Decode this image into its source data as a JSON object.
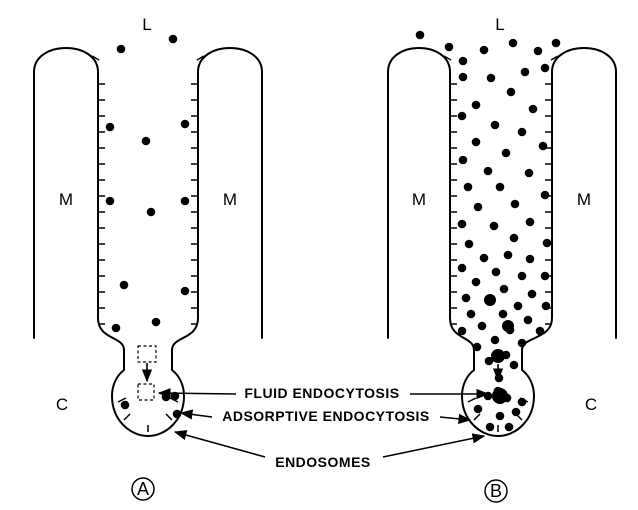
{
  "panel_a": {
    "lumen_label": "L",
    "left_cell_label": "M",
    "right_cell_label": "M",
    "cytoplasm_label": "C",
    "panel_letter": "A"
  },
  "panel_b": {
    "lumen_label": "L",
    "left_cell_label": "M",
    "right_cell_label": "M",
    "cytoplasm_label": "C",
    "panel_letter": "B"
  },
  "annotations": {
    "fluid_endocytosis": "FLUID ENDOCYTOSIS",
    "adsorptive_endocytosis": "ADSORPTIVE ENDOCYTOSIS",
    "endosomes": "ENDOSOMES"
  }
}
